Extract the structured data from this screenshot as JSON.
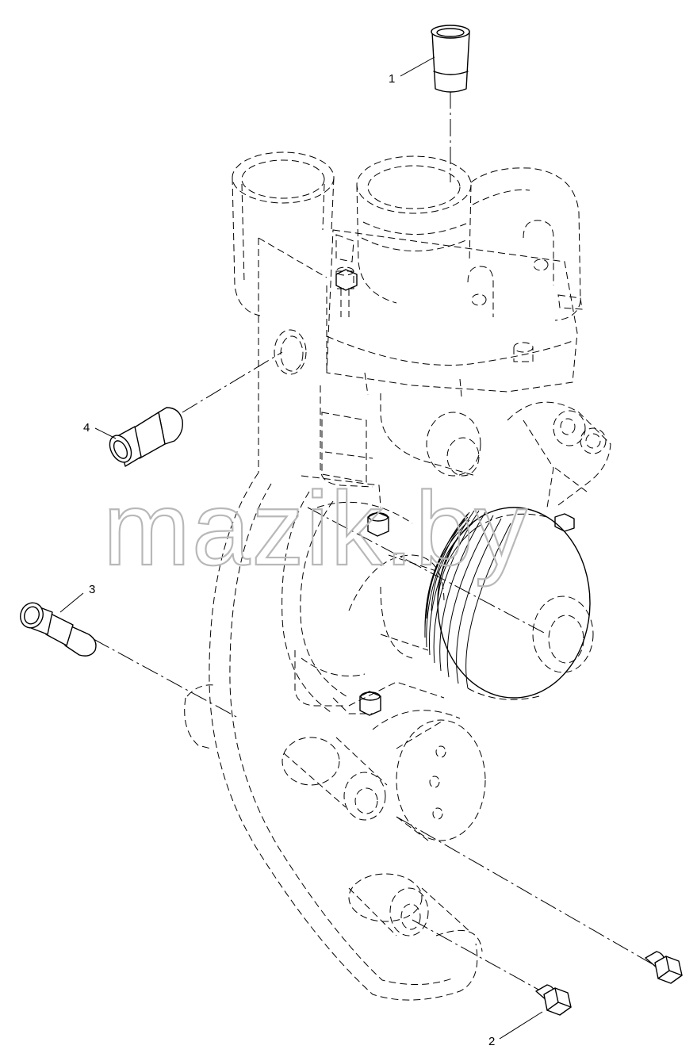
{
  "watermark": {
    "text": "mazik.by"
  },
  "callouts": [
    {
      "number": "1"
    },
    {
      "number": "2"
    },
    {
      "number": "3"
    },
    {
      "number": "4"
    }
  ],
  "parts": [
    {
      "callout": "1",
      "icon": "coolant-tube-icon"
    },
    {
      "callout": "2",
      "icon": "drain-plug-icon"
    },
    {
      "callout": "3",
      "icon": "hose-fitting-icon"
    },
    {
      "callout": "4",
      "icon": "hose-fitting-icon"
    }
  ],
  "colors": {
    "line": "#000000",
    "watermark": "#b8b8b8",
    "background": "#ffffff"
  }
}
